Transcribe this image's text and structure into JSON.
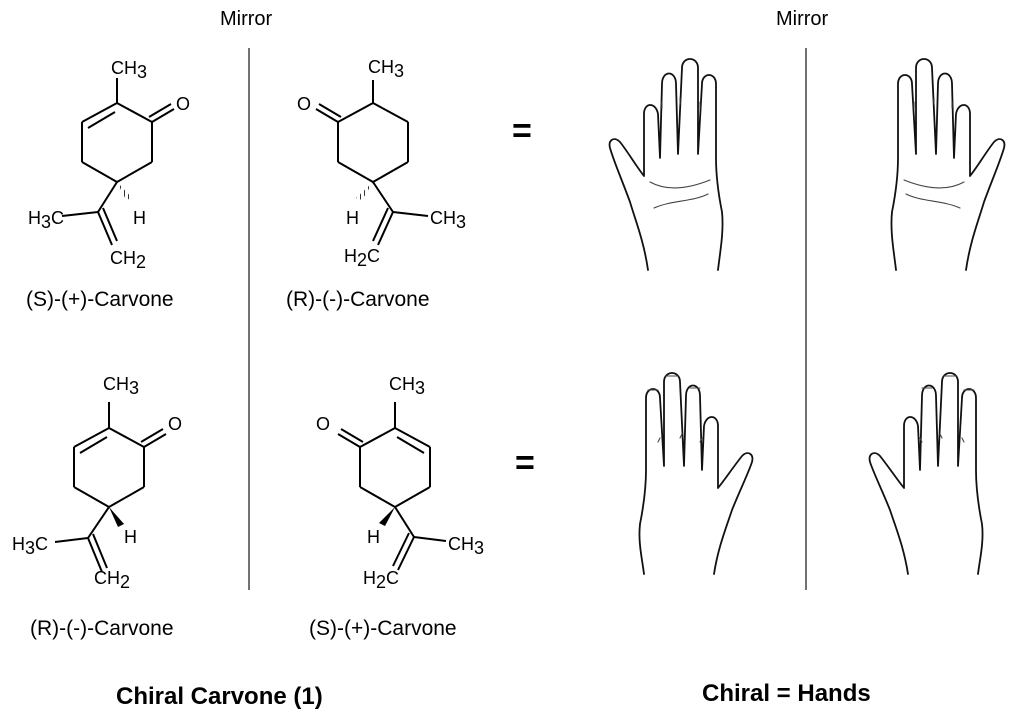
{
  "mirror_labels": {
    "left": "Mirror",
    "right": "Mirror"
  },
  "molecules": {
    "top_left": {
      "name": "(S)-(+)-Carvone",
      "groups": {
        "methyl": "CH3",
        "oxygen": "O",
        "vinyl_methyl": "H3C",
        "methylene": "CH2",
        "hydrogen": "H"
      }
    },
    "top_right": {
      "name": "(R)-(-)-Carvone",
      "groups": {
        "methyl": "CH3",
        "oxygen": "O",
        "vinyl_methyl": "CH3",
        "methylene": "H2C",
        "hydrogen": "H"
      }
    },
    "bottom_left": {
      "name": "(R)-(-)-Carvone",
      "groups": {
        "methyl": "CH3",
        "oxygen": "O",
        "vinyl_methyl": "H3C",
        "methylene": "CH2",
        "hydrogen": "H"
      }
    },
    "bottom_right": {
      "name": "(S)-(+)-Carvone",
      "groups": {
        "methyl": "CH3",
        "oxygen": "O",
        "vinyl_methyl": "CH3",
        "methylene": "H2C",
        "hydrogen": "H"
      }
    }
  },
  "equals_signs": {
    "top": "=",
    "bottom": "="
  },
  "captions": {
    "left": "Chiral Carvone (1)",
    "right": "Chiral = Hands"
  },
  "hands": {
    "top_row": "palms",
    "bottom_row": "backs"
  }
}
